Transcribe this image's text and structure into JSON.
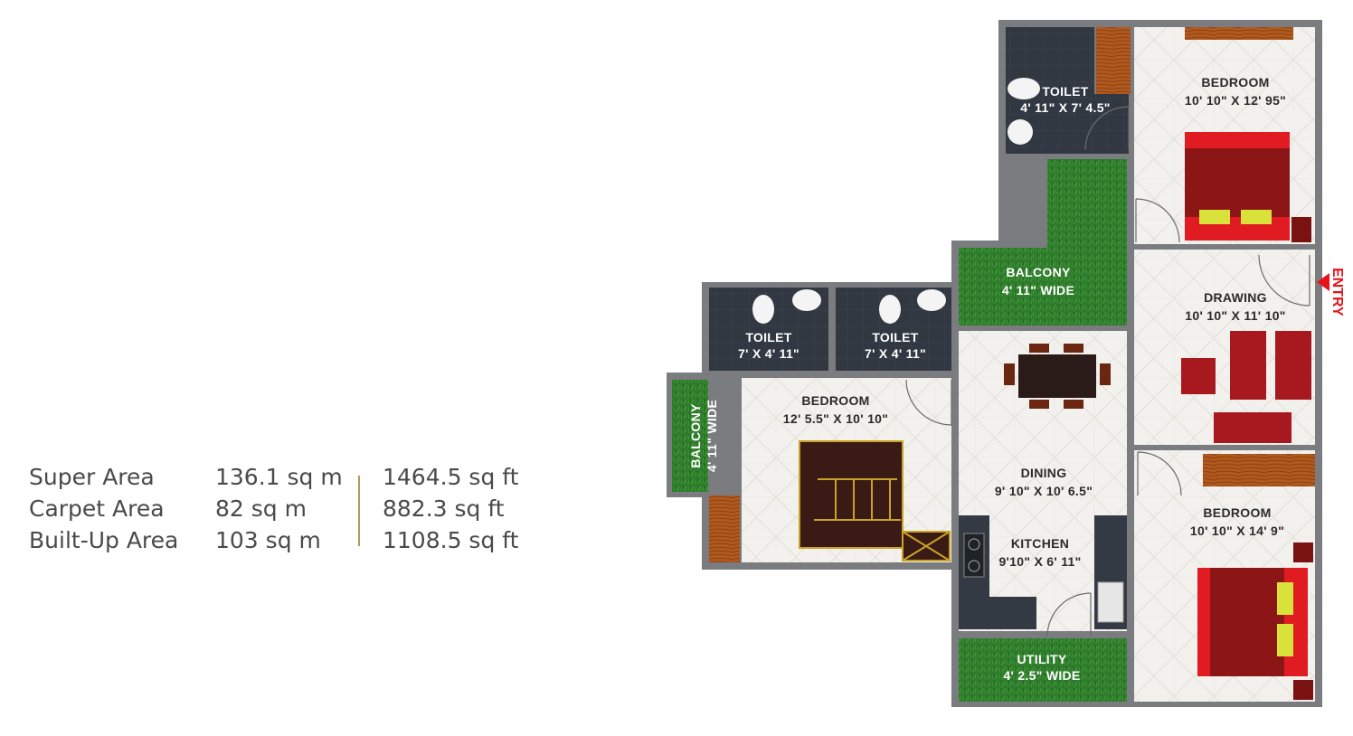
{
  "areas": [
    {
      "label": "Super Area",
      "sq_m": "136.1 sq m",
      "sq_ft": "1464.5 sq ft"
    },
    {
      "label": "Carpet Area",
      "sq_m": "82  sq m",
      "sq_ft": "882.3 sq ft"
    },
    {
      "label": "Built-Up Area",
      "sq_m": "103 sq m",
      "sq_ft": "1108.5 sq ft"
    }
  ],
  "plan": {
    "entry": "ENTRY",
    "rooms": {
      "toilet_top": {
        "name": "TOILET",
        "dims": "4' 11\" X 7' 4.5\""
      },
      "bedroom_top": {
        "name": "BEDROOM",
        "dims": "10' 10\" X 12' 95\""
      },
      "balcony_mid": {
        "name": "BALCONY",
        "dims": "4' 11\" WIDE"
      },
      "drawing": {
        "name": "DRAWING",
        "dims": "10' 10\" X 11' 10\""
      },
      "toilet_left1": {
        "name": "TOILET",
        "dims": "7' X 4' 11\""
      },
      "toilet_left2": {
        "name": "TOILET",
        "dims": "7' X 4' 11\""
      },
      "bedroom_left": {
        "name": "BEDROOM",
        "dims": "12' 5.5\" X 10' 10\""
      },
      "balcony_left": {
        "name": "BALCONY",
        "dims": "4' 11\" WIDE"
      },
      "dining": {
        "name": "DINING",
        "dims": "9' 10\" X 10' 6.5\""
      },
      "kitchen": {
        "name": "KITCHEN",
        "dims": "9'10\" X 6' 11\""
      },
      "bedroom_right": {
        "name": "BEDROOM",
        "dims": "10' 10\" X 14' 9\""
      },
      "utility": {
        "name": "UTILITY",
        "dims": "4' 2.5\" WIDE"
      }
    }
  }
}
